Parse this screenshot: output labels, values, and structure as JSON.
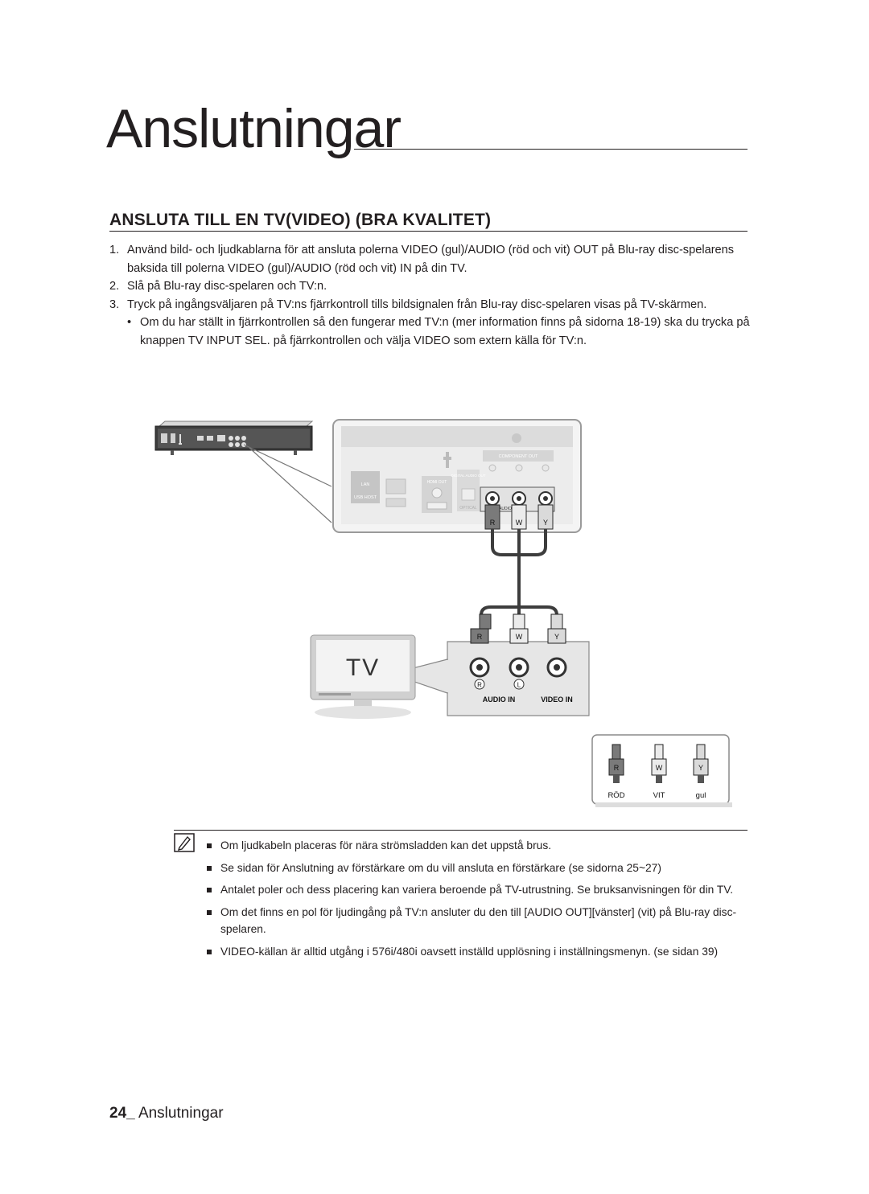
{
  "chapter": {
    "title": "Anslutningar"
  },
  "section": {
    "title": "ANSLUTA TILL EN TV(VIDEO) (BRA KVALITET)"
  },
  "steps": [
    {
      "num": "1.",
      "text": "Använd bild- och ljudkablarna för att ansluta polerna VIDEO (gul)/AUDIO (röd och vit) OUT på Blu-ray disc-spelarens baksida till polerna VIDEO (gul)/AUDIO (röd och vit) IN på din TV."
    },
    {
      "num": "2.",
      "text": "Slå på Blu-ray disc-spelaren och TV:n."
    },
    {
      "num": "3.",
      "text": "Tryck på ingångsväljaren på TV:ns fjärrkontroll tills bildsignalen från Blu-ray disc-spelaren visas på TV-skärmen."
    }
  ],
  "step3_bullet": {
    "mark": "•",
    "text": "Om du har ställt in fjärrkontrollen så den fungerar med TV:n (mer information finns på sidorna 18-19) ska du trycka på knappen TV INPUT SEL. på fjärrkontrollen och välja VIDEO som extern källa för TV:n."
  },
  "diagram": {
    "player_panel": {
      "lan": "LAN",
      "usb_host": "USB HOST",
      "hdmi_out": "HDMI OUT",
      "digital_audio_out": "DIGITAL AUDIO OUT",
      "optical": "OPTICAL",
      "component_out": "COMPONENT OUT",
      "audio": "AUDIO",
      "plug_r": "R",
      "plug_w": "W",
      "plug_y": "Y"
    },
    "tv": {
      "label": "TV",
      "plug_r": "R",
      "plug_w": "W",
      "plug_y": "Y",
      "jack_r": "R",
      "jack_l": "L",
      "audio_in": "AUDIO IN",
      "video_in": "VIDEO IN"
    },
    "legend": {
      "plug_r": "R",
      "plug_w": "W",
      "plug_y": "Y",
      "red": "RÖD",
      "white": "VIT",
      "yellow": "gul"
    },
    "colors": {
      "red_plug": "#7a7a7a",
      "white_plug": "#e8e8e8",
      "yellow_plug": "#d8d8d8",
      "panel": "#f2f2f2",
      "frame": "#8c8c8c"
    }
  },
  "notes": [
    "Om ljudkabeln placeras för nära strömsladden kan det uppstå brus.",
    "Se sidan för Anslutning av förstärkare om du vill ansluta en förstärkare (se sidorna 25~27)",
    "Antalet poler och dess placering kan variera beroende på TV-utrustning. Se bruksanvisningen för din TV.",
    "Om det finns en pol för ljudingång på TV:n ansluter du den till [AUDIO OUT][vänster] (vit) på Blu-ray disc-spelaren.",
    "VIDEO-källan är alltid utgång i 576i/480i oavsett inställd upplösning i inställningsmenyn. (se sidan 39)"
  ],
  "footer": {
    "page": "24_",
    "chapter": "Anslutningar"
  }
}
